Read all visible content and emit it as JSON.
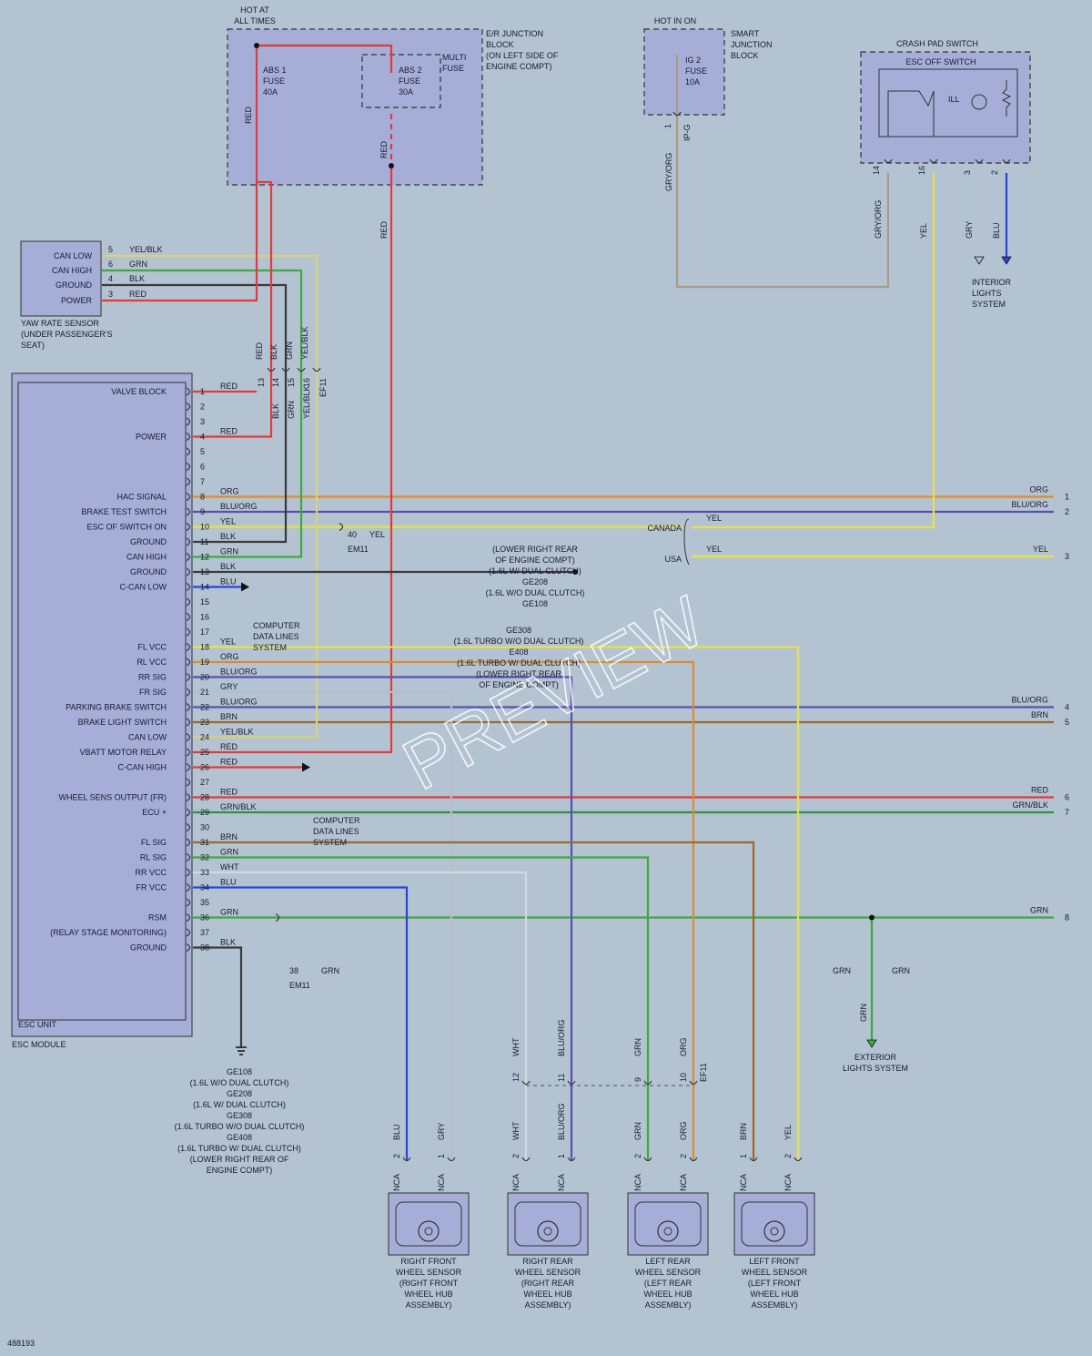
{
  "figure_id": "488193",
  "watermark": "PREVIEW",
  "colors": {
    "RED": "#e23a3a",
    "GRN": "#3fa83f",
    "BLK": "#3a3a3a",
    "YEL": "#e8e24a",
    "YEL/BLK": "#d8d27a",
    "ORG": "#e08a2e",
    "BLU/ORG": "#5a4fb0",
    "BLU": "#2a44dd",
    "GRY": "#b8bec4",
    "WHT": "#d4d8dc",
    "BRN": "#9a6a2a",
    "GRN/BLK": "#2f8f4a",
    "GRY/ORG": "#a99a88"
  },
  "top": {
    "hot_at_all_times": [
      "HOT AT",
      "ALL TIMES"
    ],
    "er_junction": [
      "E/R JUNCTION",
      "BLOCK",
      "(ON LEFT SIDE OF",
      "ENGINE COMPT)"
    ],
    "abs1": [
      "ABS 1",
      "FUSE",
      "40A"
    ],
    "abs2": [
      "ABS 2",
      "FUSE",
      "30A"
    ],
    "multi_fuse": [
      "MULTI",
      "FUSE"
    ],
    "hot_in_on": "HOT IN ON",
    "ig2": [
      "IG 2",
      "FUSE",
      "10A"
    ],
    "smart_junction": [
      "SMART",
      "JUNCTION",
      "BLOCK"
    ],
    "ip_g": "IP-G",
    "crash_pad": "CRASH PAD SWITCH",
    "esc_off": "ESC OFF SWITCH",
    "ill": "ILL",
    "interior_lights": [
      "INTERIOR",
      "LIGHTS",
      "SYSTEM"
    ]
  },
  "yaw": {
    "pins": [
      {
        "label": "CAN LOW",
        "pin": "5",
        "wire": "YEL/BLK"
      },
      {
        "label": "CAN HIGH",
        "pin": "6",
        "wire": "GRN"
      },
      {
        "label": "GROUND",
        "pin": "4",
        "wire": "BLK"
      },
      {
        "label": "POWER",
        "pin": "3",
        "wire": "RED"
      }
    ],
    "caption": [
      "YAW RATE SENSOR",
      "(UNDER PASSENGER'S",
      "SEAT)"
    ]
  },
  "ef11_pins": [
    {
      "pin": "13",
      "wire": "RED"
    },
    {
      "pin": "14",
      "wire": "BLK"
    },
    {
      "pin": "15",
      "wire": "GRN"
    },
    {
      "pin": "16",
      "wire": "YEL/BLK"
    }
  ],
  "ef11": "EF11",
  "em11": "EM11",
  "esc": {
    "unit": "ESC UNIT",
    "module": "ESC MODULE",
    "pins": [
      {
        "pin": "1",
        "label": "VALVE BLOCK",
        "wire": "RED"
      },
      {
        "pin": "2",
        "label": "",
        "wire": ""
      },
      {
        "pin": "3",
        "label": "",
        "wire": ""
      },
      {
        "pin": "4",
        "label": "POWER",
        "wire": "RED"
      },
      {
        "pin": "5",
        "label": "",
        "wire": ""
      },
      {
        "pin": "6",
        "label": "",
        "wire": ""
      },
      {
        "pin": "7",
        "label": "",
        "wire": ""
      },
      {
        "pin": "8",
        "label": "HAC SIGNAL",
        "wire": "ORG"
      },
      {
        "pin": "9",
        "label": "BRAKE TEST SWITCH",
        "wire": "BLU/ORG"
      },
      {
        "pin": "10",
        "label": "ESC OF SWITCH ON",
        "wire": "YEL"
      },
      {
        "pin": "11",
        "label": "GROUND",
        "wire": "BLK"
      },
      {
        "pin": "12",
        "label": "CAN HIGH",
        "wire": "GRN"
      },
      {
        "pin": "13",
        "label": "GROUND",
        "wire": "BLK"
      },
      {
        "pin": "14",
        "label": "C-CAN LOW",
        "wire": "BLU"
      },
      {
        "pin": "15",
        "label": "",
        "wire": ""
      },
      {
        "pin": "16",
        "label": "",
        "wire": ""
      },
      {
        "pin": "17",
        "label": "",
        "wire": ""
      },
      {
        "pin": "18",
        "label": "FL VCC",
        "wire": "YEL"
      },
      {
        "pin": "19",
        "label": "RL VCC",
        "wire": "ORG"
      },
      {
        "pin": "20",
        "label": "RR SIG",
        "wire": "BLU/ORG"
      },
      {
        "pin": "21",
        "label": "FR SIG",
        "wire": "GRY"
      },
      {
        "pin": "22",
        "label": "PARKING BRAKE SWITCH",
        "wire": "BLU/ORG"
      },
      {
        "pin": "23",
        "label": "BRAKE LIGHT SWITCH",
        "wire": "BRN"
      },
      {
        "pin": "24",
        "label": "CAN LOW",
        "wire": "YEL/BLK"
      },
      {
        "pin": "25",
        "label": "VBATT MOTOR RELAY",
        "wire": "RED"
      },
      {
        "pin": "26",
        "label": "C-CAN HIGH",
        "wire": "RED"
      },
      {
        "pin": "27",
        "label": "",
        "wire": ""
      },
      {
        "pin": "28",
        "label": "WHEEL SENS OUTPUT (FR)",
        "wire": "RED"
      },
      {
        "pin": "29",
        "label": "ECU +",
        "wire": "GRN/BLK"
      },
      {
        "pin": "30",
        "label": "",
        "wire": ""
      },
      {
        "pin": "31",
        "label": "FL SIG",
        "wire": "BRN"
      },
      {
        "pin": "32",
        "label": "RL SIG",
        "wire": "GRN"
      },
      {
        "pin": "33",
        "label": "RR VCC",
        "wire": "WHT"
      },
      {
        "pin": "34",
        "label": "FR VCC",
        "wire": "BLU"
      },
      {
        "pin": "35",
        "label": "",
        "wire": ""
      },
      {
        "pin": "36",
        "label": "RSM",
        "wire": "GRN"
      },
      {
        "pin": "37",
        "label": "(RELAY STAGE MONITORING)",
        "wire": ""
      },
      {
        "pin": "38",
        "label": "GROUND",
        "wire": "BLK"
      }
    ]
  },
  "right_outputs": [
    {
      "num": "1",
      "wire": "ORG"
    },
    {
      "num": "2",
      "wire": "BLU/ORG"
    },
    {
      "num": "3",
      "wire": "YEL"
    },
    {
      "num": "4",
      "wire": "BLU/ORG"
    },
    {
      "num": "5",
      "wire": "BRN"
    },
    {
      "num": "6",
      "wire": "RED"
    },
    {
      "num": "7",
      "wire": "GRN/BLK"
    },
    {
      "num": "8",
      "wire": "GRN"
    }
  ],
  "canada": "CANADA",
  "usa": "USA",
  "pin40": "40",
  "pin38": "38",
  "computer_data": [
    "COMPUTER",
    "DATA LINES",
    "SYSTEM"
  ],
  "mid_ground": [
    "(LOWER RIGHT REAR",
    "OF ENGINE COMPT)",
    "(1.6L W/ DUAL CLUTCH)",
    "GE208",
    "(1.6L W/O DUAL CLUTCH)",
    "GE108",
    "GE308",
    "(1.6L TURBO W/O DUAL CLUTCH)",
    "E408",
    "(1.6L TURBO W/ DUAL CLUTCH)",
    "(LOWER RIGHT REAR",
    "OF ENGINE COMPT)"
  ],
  "bottom_ground": [
    "GE108",
    "(1.6L W/O DUAL CLUTCH)",
    "GE208",
    "(1.6L W/ DUAL CLUTCH)",
    "GE308",
    "(1.6L TURBO W/O DUAL CLUTCH)",
    "GE408",
    "(1.6L TURBO W/ DUAL CLUTCH)",
    "(LOWER RIGHT REAR OF",
    "ENGINE COMPT)"
  ],
  "exterior_lights": [
    "EXTERIOR",
    "LIGHTS SYSTEM"
  ],
  "nca": "NCA",
  "sensors": [
    {
      "name": [
        "RIGHT FRONT",
        "WHEEL SENSOR",
        "(RIGHT FRONT",
        "WHEEL HUB",
        "ASSEMBLY)"
      ]
    },
    {
      "name": [
        "RIGHT REAR",
        "WHEEL SENSOR",
        "(RIGHT REAR",
        "WHEEL HUB",
        "ASSEMBLY)"
      ]
    },
    {
      "name": [
        "LEFT REAR",
        "WHEEL SENSOR",
        "(LEFT REAR",
        "WHEEL HUB",
        "ASSEMBLY)"
      ]
    },
    {
      "name": [
        "LEFT FRONT",
        "WHEEL SENSOR",
        "(LEFT FRONT",
        "WHEEL HUB",
        "ASSEMBLY)"
      ]
    }
  ],
  "sensor_pins": [
    {
      "pin": "2",
      "wire": "BLU"
    },
    {
      "pin": "1",
      "wire": "GRY"
    },
    {
      "pin": "2",
      "wire": "WHT"
    },
    {
      "pin": "1",
      "wire": "BLU/ORG"
    },
    {
      "pin": "2",
      "wire": "GRN"
    },
    {
      "pin": "2",
      "wire": "ORG"
    },
    {
      "pin": "1",
      "wire": "BRN"
    },
    {
      "pin": "2",
      "wire": "YEL"
    }
  ],
  "mid_conn": [
    {
      "pin": "12",
      "wire": "WHT"
    },
    {
      "pin": "11",
      "wire": "BLU/ORG"
    },
    {
      "pin": "9",
      "wire": "GRN"
    },
    {
      "pin": "10",
      "wire": "ORG"
    }
  ],
  "switch_pins": [
    {
      "pin": "14",
      "wire": "GRY/ORG"
    },
    {
      "pin": "16",
      "wire": "YEL"
    },
    {
      "pin": "3",
      "wire": "GRY"
    },
    {
      "pin": "2",
      "wire": "BLU"
    }
  ],
  "ig_pin": {
    "pin": "1",
    "wire": "GRY/ORG"
  },
  "grn_junction": [
    "GRN",
    "GRN"
  ]
}
